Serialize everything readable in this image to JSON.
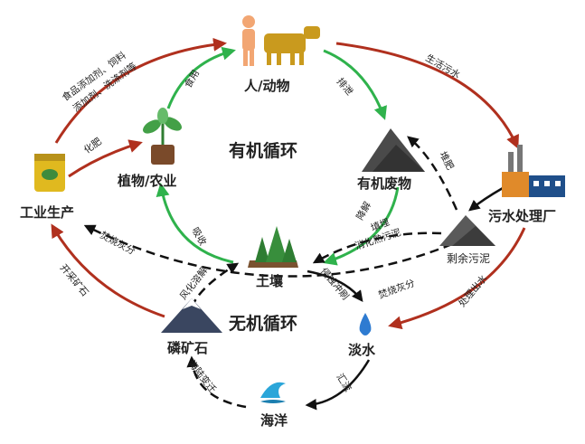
{
  "nodes": {
    "human_animal": "人/动物",
    "plants": "植物/农业",
    "organic_waste": "有机废物",
    "industry": "工业生产",
    "sewage_plant": "污水处理厂",
    "soil": "土壤",
    "residual_sludge": "剩余污泥",
    "phosphate_rock": "磷矿石",
    "freshwater": "淡水",
    "ocean": "海洋"
  },
  "cycles": {
    "organic": "有机循环",
    "inorganic": "无机循环"
  },
  "edges": {
    "additives_line1": "食品添加剂、饲料",
    "additives_line2": "添加剂、洗涤剂等",
    "domestic_sewage": "生活污水",
    "food": "食用",
    "excretion": "排泄",
    "fertilizer": "化肥",
    "compost": "堆肥",
    "degradation": "降解",
    "absorption": "吸收",
    "landfill": "填埋",
    "digested_sludge": "消化熟污泥",
    "incineration_ash_left": "焚烧灰分",
    "incineration_ash_right": "焚烧灰分",
    "weathering": "风化溶解",
    "leaching": "侵蚀冲刷",
    "effluent": "处理出水",
    "mining": "开采矿石",
    "confluence": "汇流",
    "sea_land": "海陆变迁"
  },
  "colors": {
    "green_arrow": "#2fb24c",
    "red_arrow": "#b0301e",
    "dashed_arrow": "#111111"
  }
}
